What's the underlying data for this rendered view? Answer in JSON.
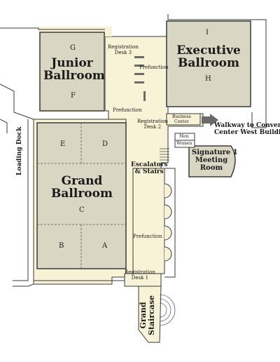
{
  "rooms": {
    "junior_ballroom": {
      "name": "Junior\nBallroom",
      "sections": [
        "G",
        "F"
      ]
    },
    "executive_ballroom": {
      "name": "Executive\nBallroom",
      "sections": [
        "I",
        "H"
      ]
    },
    "grand_ballroom": {
      "name": "Grand\nBallroom",
      "sections": [
        "E",
        "D",
        "C",
        "B",
        "A"
      ]
    },
    "signature_1": {
      "name": "Signature 1\nMeeting\nRoom"
    }
  },
  "labels": {
    "registration_desk_3": "Registration\nDesk 3",
    "prefunction_top": "Prefunction",
    "prefunction_mid": "Prefunction",
    "prefunction_bottom": "Prefunction",
    "registration_desk_2": "Registration\nDesk 2",
    "business_center": "Business\nCenter",
    "men": "Men",
    "women": "Women",
    "escalators_stairs": "Escalators\n& Stairs",
    "registration_desk_1": "Registration\nDesk 1",
    "loading_dock": "Loading Dock",
    "grand_staircase": "Grand\nStaircase",
    "walkway": "Walkway to Convention\nCenter West Building"
  },
  "colors": {
    "room_fill": "#d9d6c4",
    "corridor_fill": "#f8f3d6",
    "wall": "#3a3a3a",
    "arrow": "#6a6a6a"
  }
}
